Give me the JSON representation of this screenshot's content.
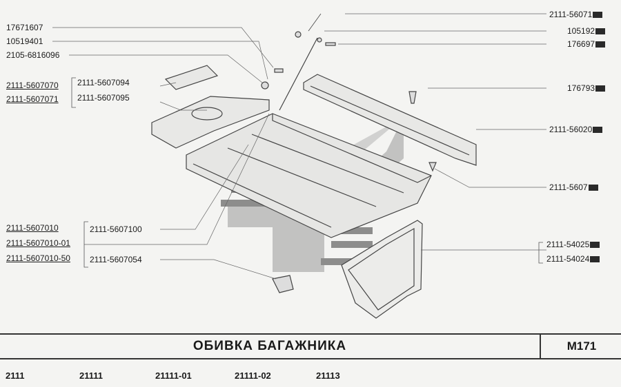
{
  "left_labels": {
    "l1": "17671607",
    "l2": "10519401",
    "l3": "2105-6816096",
    "l4": "2111-5607070",
    "l5": "2111-5607071",
    "l6": "2111-5607094",
    "l7": "2111-5607095",
    "l8": "2111-5607010",
    "l9": "2111-5607010-01",
    "l10": "2111-5607010-50",
    "l11": "2111-5607100",
    "l12": "2111-5607054"
  },
  "right_labels": {
    "r1": "2111-56071",
    "r2": "105192",
    "r3": "176697",
    "r4": "176793",
    "r5": "2111-56020",
    "r6": "2111-5607",
    "r7": "2111-54025",
    "r8": "2111-54024"
  },
  "title": "ОБИВКА  БАГАЖНИКА",
  "page_code": "M171",
  "models": [
    "2111",
    "21111",
    "21111-01",
    "21111-02",
    "21113"
  ]
}
